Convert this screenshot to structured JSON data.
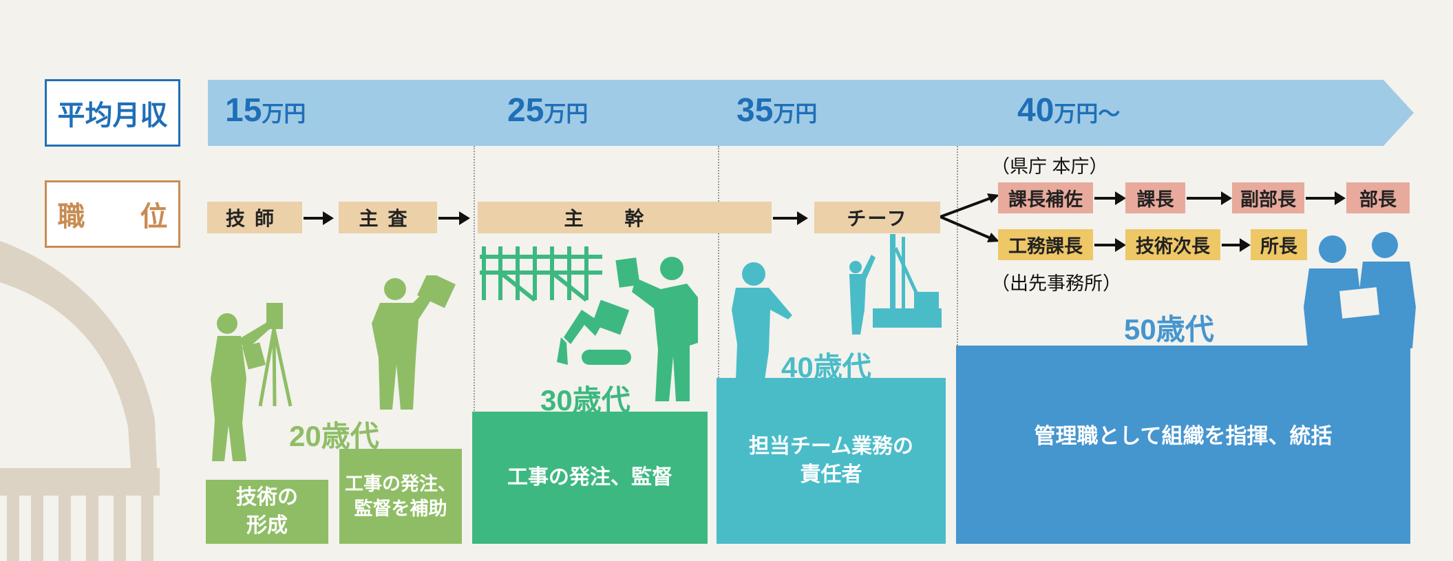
{
  "labels": {
    "salary": "平均月収",
    "position": "職　　位"
  },
  "salaries": [
    {
      "num": "15",
      "unit": "万円"
    },
    {
      "num": "25",
      "unit": "万円"
    },
    {
      "num": "35",
      "unit": "万円"
    },
    {
      "num": "40",
      "unit": "万円〜"
    }
  ],
  "positions": {
    "p1": "技師",
    "p2": "主査",
    "p3": "主幹",
    "p4": "チーフ"
  },
  "prefecture": {
    "note": "（県庁 本庁）",
    "items": [
      "課長補佐",
      "課長",
      "副部長",
      "部長"
    ]
  },
  "branch": {
    "note": "（出先事務所）",
    "items": [
      "工務課長",
      "技術次長",
      "所長"
    ]
  },
  "ages": [
    "20歳代",
    "30歳代",
    "40歳代",
    "50歳代"
  ],
  "roles": {
    "r1": "技術の\n形成",
    "r2": "工事の発注、\n監督を補助",
    "r3": "工事の発注、監督",
    "r4": "担当チーム業務の\n責任者",
    "r5": "管理職として組織を指揮、統括"
  },
  "colors": {
    "salary_bar": "#a0cbe6",
    "salary_text": "#1f6fb7",
    "green20": "#8fbd66",
    "green30": "#3db881",
    "teal40": "#4abcc8",
    "blue50": "#4595cf",
    "tan": "#ebd0a8",
    "pink": "#e8aa9c",
    "yellow": "#eec766"
  }
}
